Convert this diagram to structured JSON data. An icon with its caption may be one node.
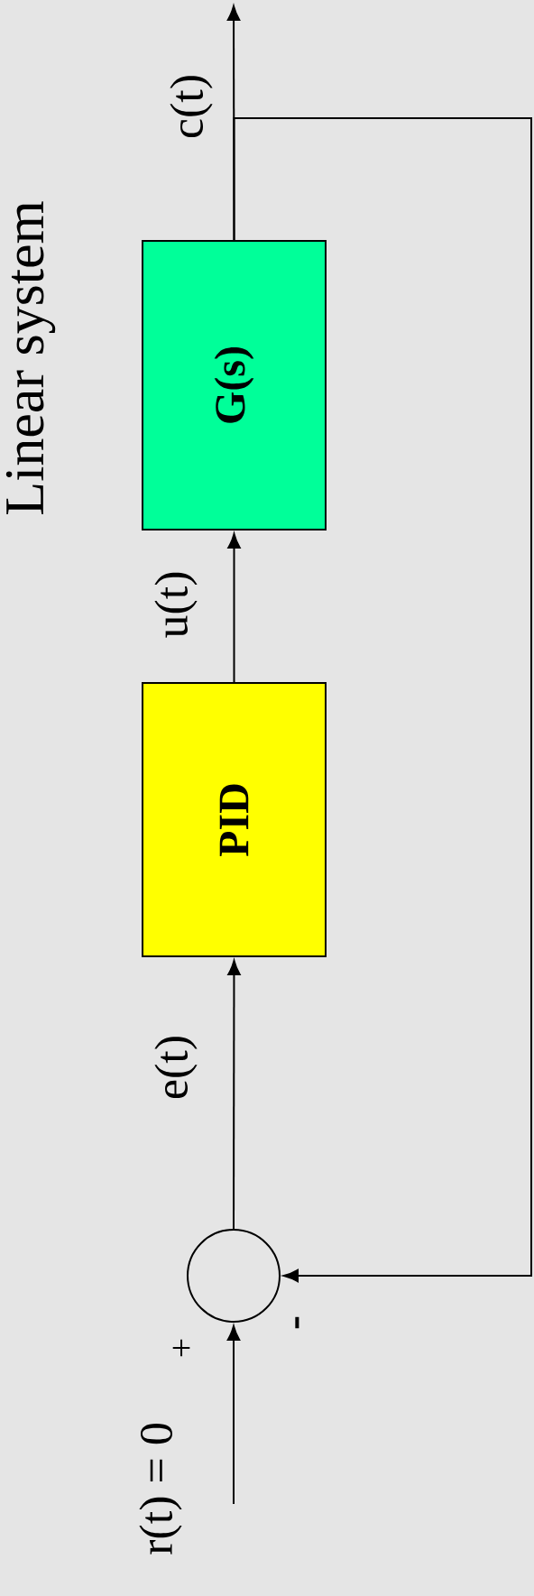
{
  "diagram": {
    "title": "Linear system",
    "nodes": [
      {
        "text": [],
        "shape": "circle"
      },
      {
        "text": [
          "PID"
        ]
      },
      {
        "text": [
          "G(s)"
        ]
      }
    ],
    "edges": [
      {
        "from": null,
        "to": 0,
        "arrow": "to",
        "label": "r(t) = 0"
      },
      {
        "from": 0,
        "to": 1,
        "arrow": "to",
        "label": "e(t)"
      },
      {
        "from": 1,
        "to": 2,
        "arrow": "to",
        "label": "u(t)"
      },
      {
        "from": 2,
        "to": null,
        "arrow": "to",
        "label": "c(t)"
      },
      {
        "from": 2,
        "to": 0,
        "arrow": "to"
      }
    ],
    "labels": [
      "+",
      "-"
    ]
  }
}
